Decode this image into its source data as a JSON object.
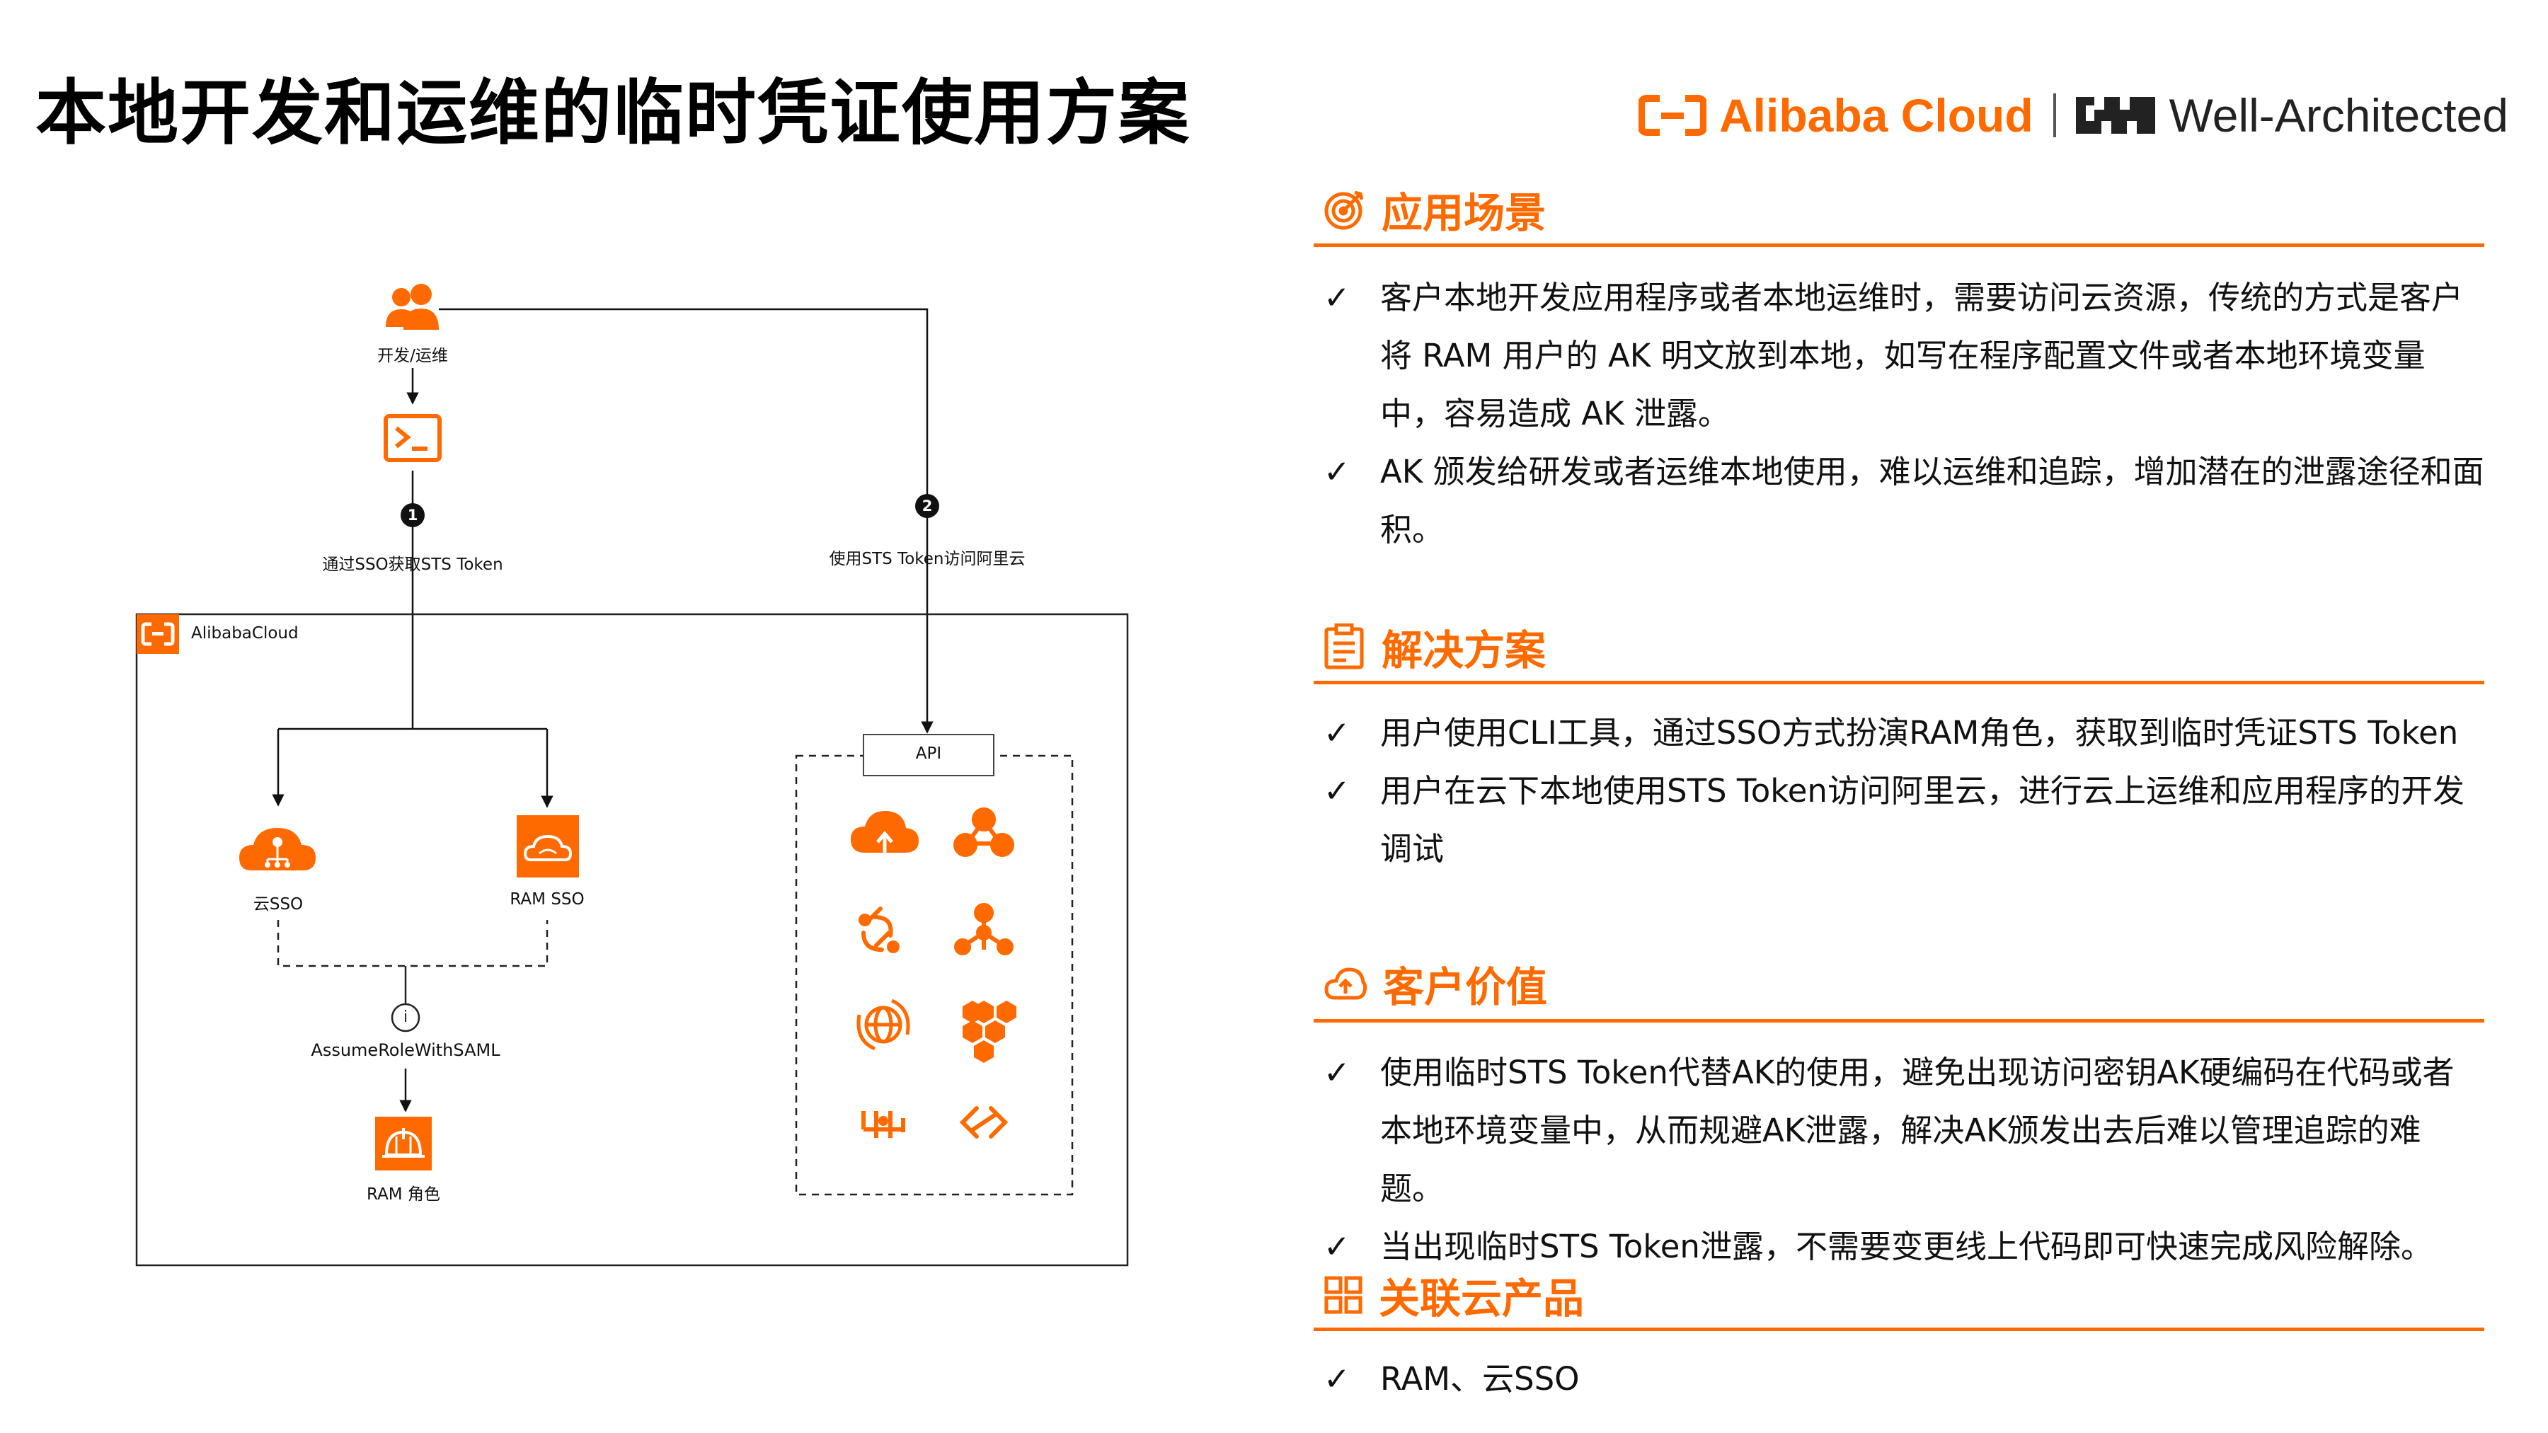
{
  "title": "本地开发和运维的临时凭证使用方案",
  "brand": {
    "name": "Alibaba Cloud",
    "program": "Well-Architected",
    "accent": "#ff6a00"
  },
  "diagram": {
    "user_label": "开发/运维",
    "step1_badge": "1",
    "step1_label": "通过SSO获取STS Token",
    "step2_badge": "2",
    "step2_label": "使用STS Token访问阿里云",
    "cloud_label": "AlibabaCloud",
    "api_label": "API",
    "cloud_sso_label": "云SSO",
    "ram_sso_label": "RAM SSO",
    "info_badge": "i",
    "assume_label": "AssumeRoleWithSAML",
    "ram_role_label": "RAM 角色"
  },
  "sections": {
    "scenario": {
      "title": "应用场景",
      "items": [
        "客户本地开发应用程序或者本地运维时，需要访问云资源，传统的方式是客户将 RAM 用户的 AK 明文放到本地，如写在程序配置文件或者本地环境变量中，容易造成 AK 泄露。",
        "AK 颁发给研发或者运维本地使用，难以运维和追踪，增加潜在的泄露途径和面积。"
      ]
    },
    "solution": {
      "title": "解决方案",
      "items": [
        "用户使用CLI工具，通过SSO方式扮演RAM角色，获取到临时凭证STS Token",
        "用户在云下本地使用STS Token访问阿里云，进行云上运维和应用程序的开发调试"
      ]
    },
    "value": {
      "title": "客户价值",
      "items": [
        "使用临时STS Token代替AK的使用，避免出现访问密钥AK硬编码在代码或者本地环境变量中，从而规避AK泄露，解决AK颁发出去后难以管理追踪的难题。",
        "当出现临时STS Token泄露，不需要变更线上代码即可快速完成风险解除。"
      ]
    },
    "products": {
      "title": "关联云产品",
      "items": [
        "RAM、云SSO"
      ]
    }
  },
  "check_mark": "✓"
}
